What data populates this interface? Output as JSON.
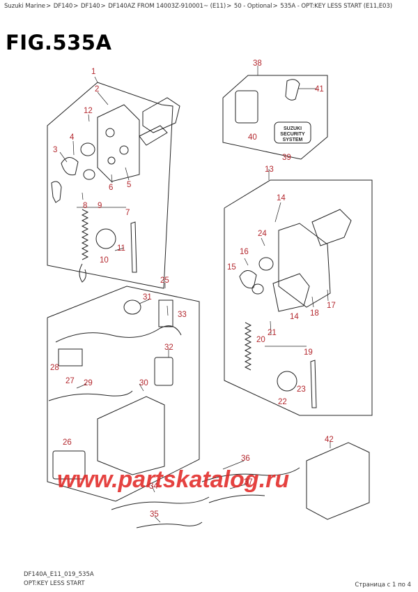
{
  "breadcrumb": [
    {
      "label": "Suzuki Marine"
    },
    {
      "label": "DF140"
    },
    {
      "label": "DF140"
    },
    {
      "label": "DF140AZ FROM 14003Z-910001~ (E11)"
    },
    {
      "label": "50 - Optional"
    },
    {
      "label": "535A - OPT:KEY LESS START (E11,E03)"
    }
  ],
  "breadcrumb_separator": ">",
  "figure_title": "FIG.535A",
  "callouts": [
    {
      "id": "c1",
      "text": "1"
    },
    {
      "id": "c2",
      "text": "2"
    },
    {
      "id": "c3",
      "text": "3"
    },
    {
      "id": "c4",
      "text": "4"
    },
    {
      "id": "c5",
      "text": "5"
    },
    {
      "id": "c6",
      "text": "6"
    },
    {
      "id": "c7",
      "text": "7"
    },
    {
      "id": "c8",
      "text": "8"
    },
    {
      "id": "c9",
      "text": "9"
    },
    {
      "id": "c10",
      "text": "10"
    },
    {
      "id": "c11",
      "text": "11"
    },
    {
      "id": "c12",
      "text": "12"
    },
    {
      "id": "c13",
      "text": "13"
    },
    {
      "id": "c14a",
      "text": "14"
    },
    {
      "id": "c14b",
      "text": "14"
    },
    {
      "id": "c15",
      "text": "15"
    },
    {
      "id": "c16",
      "text": "16"
    },
    {
      "id": "c17",
      "text": "17"
    },
    {
      "id": "c18",
      "text": "18"
    },
    {
      "id": "c19",
      "text": "19"
    },
    {
      "id": "c20",
      "text": "20"
    },
    {
      "id": "c21",
      "text": "21"
    },
    {
      "id": "c22",
      "text": "22"
    },
    {
      "id": "c23",
      "text": "23"
    },
    {
      "id": "c24",
      "text": "24"
    },
    {
      "id": "c25",
      "text": "25"
    },
    {
      "id": "c26",
      "text": "26"
    },
    {
      "id": "c27",
      "text": "27"
    },
    {
      "id": "c28",
      "text": "28"
    },
    {
      "id": "c29",
      "text": "29"
    },
    {
      "id": "c30",
      "text": "30"
    },
    {
      "id": "c31",
      "text": "31"
    },
    {
      "id": "c32",
      "text": "32"
    },
    {
      "id": "c33",
      "text": "33"
    },
    {
      "id": "c34",
      "text": "34"
    },
    {
      "id": "c35",
      "text": "35"
    },
    {
      "id": "c36",
      "text": "36"
    },
    {
      "id": "c37",
      "text": "37"
    },
    {
      "id": "c38",
      "text": "38"
    },
    {
      "id": "c39",
      "text": "39"
    },
    {
      "id": "c40",
      "text": "40"
    },
    {
      "id": "c41",
      "text": "41"
    },
    {
      "id": "c42",
      "text": "42"
    }
  ],
  "security_label": {
    "line1": "SUZUKI",
    "line2": "SECURITY",
    "line3": "SYSTEM"
  },
  "watermark": "www.partskatalog.ru",
  "diagram_code": "DF140A_E11_019_535A",
  "diagram_caption": "OPT:KEY LESS START",
  "page_info": "Страница с 1 по 4",
  "colors": {
    "callout": "#b3272d",
    "watermark": "#e0211f",
    "line": "#222222"
  }
}
